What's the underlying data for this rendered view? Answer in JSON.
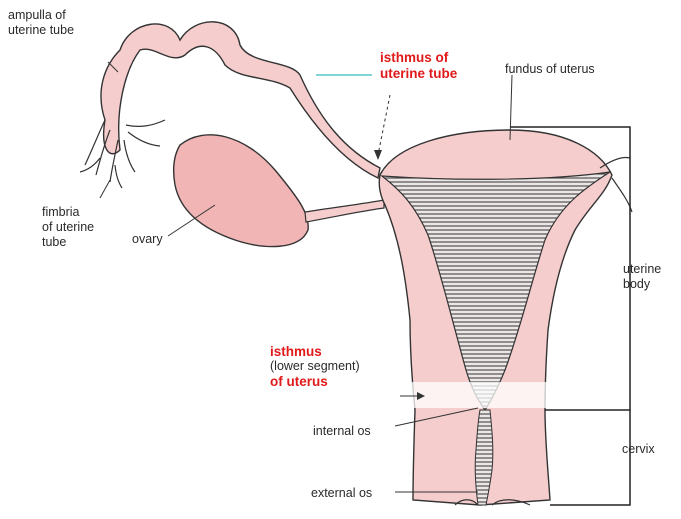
{
  "labels": {
    "ampulla": [
      "ampulla of",
      "uterine tube"
    ],
    "fimbria": [
      "fimbria",
      "of uterine",
      "tube"
    ],
    "ovary": "ovary",
    "isthmus_tube": [
      "isthmus of",
      "uterine tube"
    ],
    "fundus": "fundus of uterus",
    "uterine_body": [
      "uterine",
      "body"
    ],
    "isthmus_uterus_title": "isthmus",
    "isthmus_uterus_sub": "(lower segment)",
    "isthmus_uterus_end": "of uterus",
    "internal_os": "internal os",
    "cervix": "cervix",
    "external_os": "external os"
  },
  "colors": {
    "tissue": "#f6cdcd",
    "ovary_fill": "#f1b5b5",
    "outline": "#333333",
    "highlight_red": "#e01a1a",
    "pointer_cyan": "#7fd4d8"
  }
}
